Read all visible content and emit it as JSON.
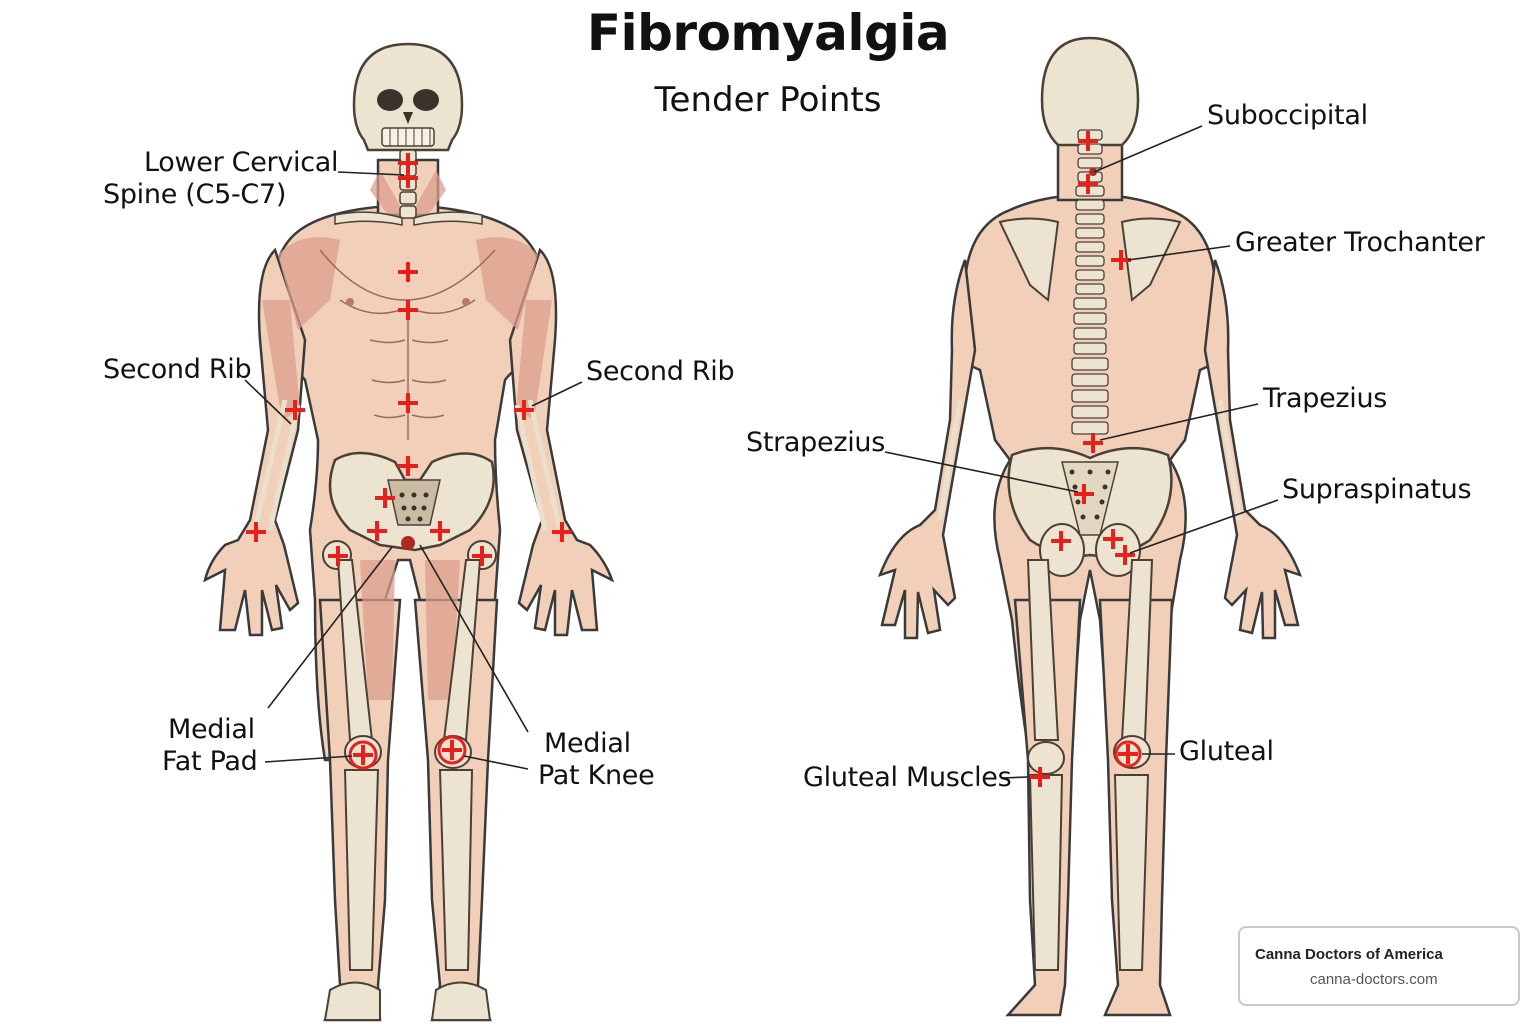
{
  "title": "Fibromyalgia",
  "subtitle": "Tender Points",
  "front_view": {
    "labels": {
      "lower_cervical_line1": "Lower Cervical",
      "lower_cervical_line2": "Spine (C5-C7)",
      "second_rib_left": "Second Rib",
      "second_rib_right": "Second Rib",
      "medial_fat_pad_line1": "Medial",
      "medial_fat_pad_line2": "Fat Pad",
      "medial_pat_knee_line1": "Medial",
      "medial_pat_knee_line2": "Pat Knee"
    }
  },
  "back_view": {
    "labels": {
      "suboccipital": "Suboccipital",
      "greater_trochanter": "Greater Trochanter",
      "trapezius": "Trapezius",
      "strapezius": "Strapezius",
      "supraspinatus": "Supraspinatus",
      "gluteal": "Gluteal",
      "gluteal_muscles": "Gluteal Muscles"
    }
  },
  "branding": {
    "name": "Canna Doctors of America",
    "url": "canna-doctors.com"
  },
  "colors": {
    "tender_point": "#e8201c",
    "skin": "#f1cfb8",
    "muscle": "#dc9f8d",
    "bone": "#ece4d0",
    "bone_outline": "#6b6052",
    "leader_line": "#222222"
  },
  "icons": {
    "tender_point_marker": "red-cross-icon"
  }
}
